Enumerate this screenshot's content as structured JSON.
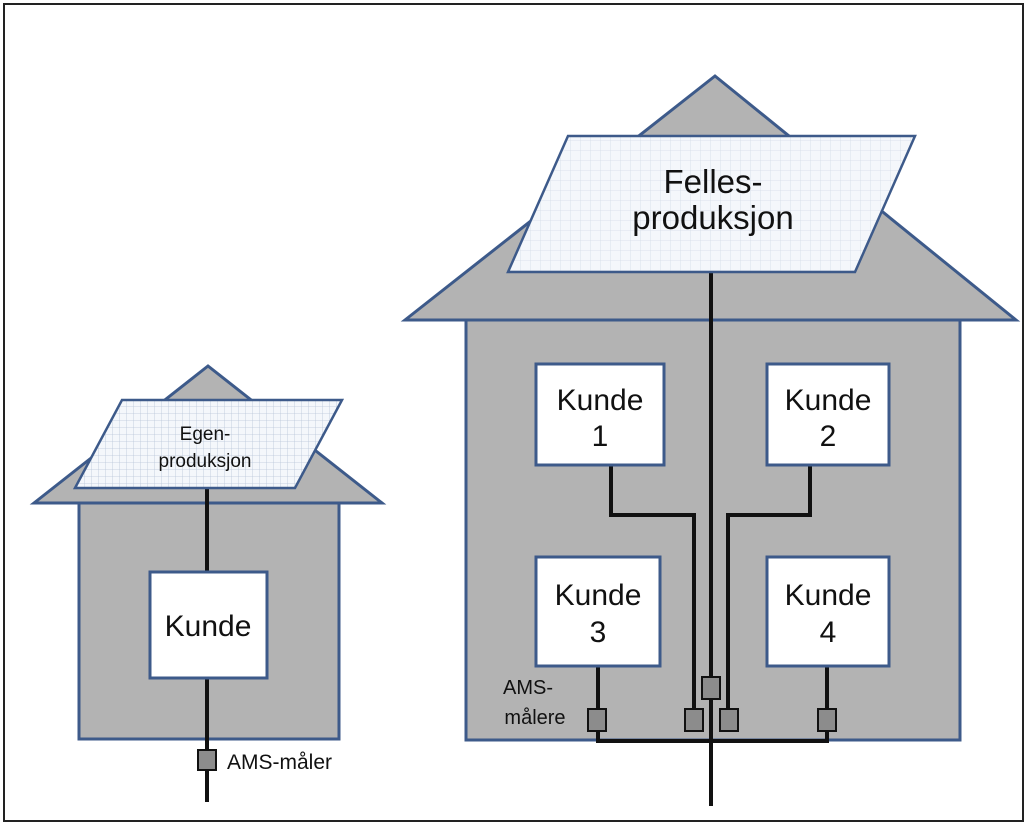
{
  "small_house": {
    "panel_line1": "Egen-",
    "panel_line2": "produksjon",
    "customer_label": "Kunde",
    "meter_label": "AMS-måler"
  },
  "large_house": {
    "panel_line1": "Felles-",
    "panel_line2": "produksjon",
    "customers": [
      {
        "line1": "Kunde",
        "line2": "1"
      },
      {
        "line1": "Kunde",
        "line2": "2"
      },
      {
        "line1": "Kunde",
        "line2": "3"
      },
      {
        "line1": "Kunde",
        "line2": "4"
      }
    ],
    "meters_label_line1": "AMS-",
    "meters_label_line2": "målere"
  },
  "colors": {
    "house_fill": "#b3b3b3",
    "outline": "#3d5a8a",
    "panel_fill": "#eef3f8",
    "panel_grid": "#b8c6d8",
    "wire": "#111111",
    "meter_fill": "#8c8c8c",
    "frame": "#222222"
  }
}
